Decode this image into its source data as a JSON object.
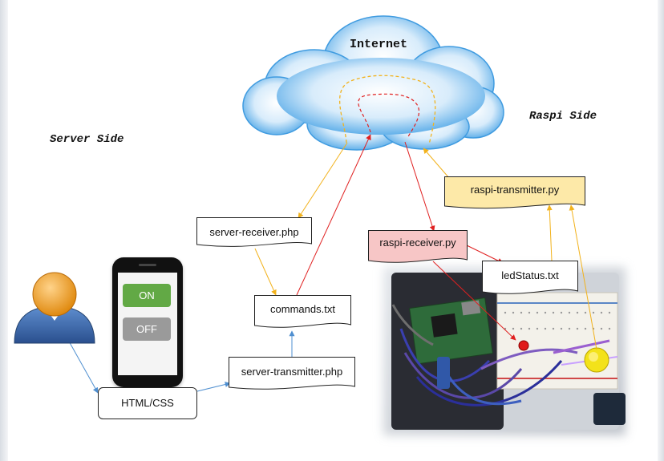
{
  "labels": {
    "internet": "Internet",
    "server_side": "Server Side",
    "raspi_side": "Raspi Side"
  },
  "phone": {
    "on_label": "ON",
    "off_label": "OFF"
  },
  "files": {
    "html_css": "HTML/CSS",
    "server_receiver": "server-receiver.php",
    "commands": "commands.txt",
    "server_transmitter": "server-transmitter.php",
    "raspi_receiver": "raspi-receiver.py",
    "raspi_transmitter": "raspi-transmitter.py",
    "led_status": "ledStatus.txt"
  },
  "colors": {
    "receive_path": "#e02020",
    "transmit_path": "#f2b21c",
    "local_link": "#4f8fd0",
    "raspi_receiver_fill": "#f7c6c6",
    "raspi_transmitter_fill": "#fde9a8",
    "on_button": "#62a945",
    "off_button": "#9a9a9a"
  }
}
